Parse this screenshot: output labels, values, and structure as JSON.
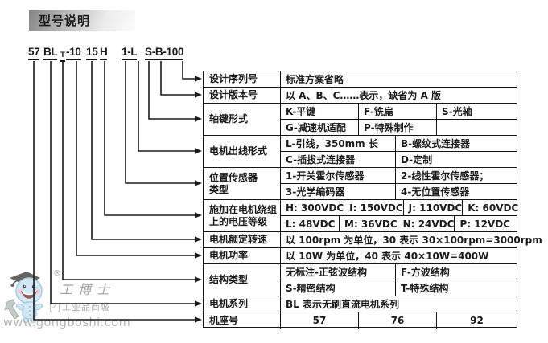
{
  "header": {
    "title": "型号说明"
  },
  "model_code": {
    "tokens": [
      {
        "text": "57"
      },
      {
        "text": "BL"
      },
      {
        "text": "T",
        "subscript": true
      },
      {
        "text": "-10"
      },
      {
        "text": "15"
      },
      {
        "text": "H"
      },
      {
        "text": "1-L"
      },
      {
        "text": "S-B-100"
      }
    ]
  },
  "table": {
    "rows": [
      {
        "label": "设计序列号",
        "lines": [
          [
            "标准方案省略"
          ]
        ]
      },
      {
        "label": "设计版本号",
        "lines": [
          [
            "以 A、B、C……表示，缺省为 A 版"
          ]
        ]
      },
      {
        "label": "轴键形式",
        "lines": [
          [
            "K-平键",
            "F-铣扁",
            "S-光轴"
          ],
          [
            "G-减速机适配",
            "P-特殊制作",
            ""
          ]
        ]
      },
      {
        "label": "电机出线形式",
        "lines": [
          [
            "L-引线，350mm 长",
            "B-螺纹式连接器"
          ],
          [
            "C-插拔式连接器",
            "D-定制"
          ]
        ]
      },
      {
        "label": "位置传感器\n类型",
        "lines": [
          [
            "1-开关霍尔传感器",
            "2-线性霍尔传感器；"
          ],
          [
            "3-光学编码器",
            "4-无位置传感器"
          ]
        ]
      },
      {
        "label": "施加在电机绕组\n上的电压等级",
        "lines": [
          [
            "H: 300VDC",
            "I: 150VDC",
            "J: 110VDC",
            "K: 60VDC"
          ],
          [
            "L: 48VDC",
            "M: 36VDC",
            "N: 24VDC",
            "P: 12VDC"
          ]
        ]
      },
      {
        "label": "电机额定转速",
        "lines": [
          [
            "以 100rpm 为单位，30 表示 30×100rpm=3000rpm"
          ]
        ]
      },
      {
        "label": "电机功率",
        "lines": [
          [
            "以 10W 为单位，40 表示 40×10W=400W"
          ]
        ]
      },
      {
        "label": "结构类型",
        "lines": [
          [
            "无标注-正弦波结构",
            "F-方波结构"
          ],
          [
            "S-精密结构",
            "T-特殊结构"
          ]
        ]
      },
      {
        "label": "电机系列",
        "lines": [
          [
            "BL 表示无刷直流电机系列"
          ]
        ]
      },
      {
        "label": "机座号",
        "lines": [
          [
            "57",
            "76",
            "92"
          ]
        ],
        "align": "center"
      }
    ]
  },
  "watermark": {
    "registered_mark": "®",
    "brand": "工博士",
    "tagline": "工业品商城",
    "tagline_mark": "✓",
    "url": "www.gongboshi.com"
  },
  "colors": {
    "line": "#1a1a1a",
    "text": "#1a1a1a",
    "title_gradient_start": "#8c8c8c",
    "title_gradient_end": "#fafafa",
    "watermark_text": "#b0aeac",
    "mascot_blue": "#c9e4f6",
    "mascot_cap": "#4a4a4a"
  }
}
